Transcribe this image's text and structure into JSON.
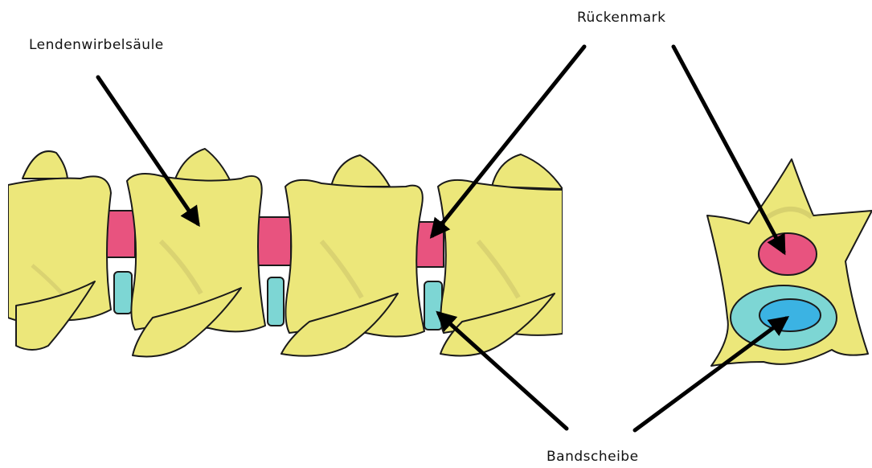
{
  "labels": {
    "lumbar_spine": "Lendenwirbelsäule",
    "spinal_cord": "Rückenmark",
    "intervertebral_disc": "Bandscheibe"
  },
  "colors": {
    "vertebra_fill": "#ece77a",
    "vertebra_shade": "#cfc76a",
    "spinal_cord_fill": "#e8537f",
    "disc_fill": "#7dd6d4",
    "disc_inner_fill": "#3bb3e3",
    "outline": "#1a1a1a",
    "arrow": "#000000",
    "background": "#ffffff"
  }
}
